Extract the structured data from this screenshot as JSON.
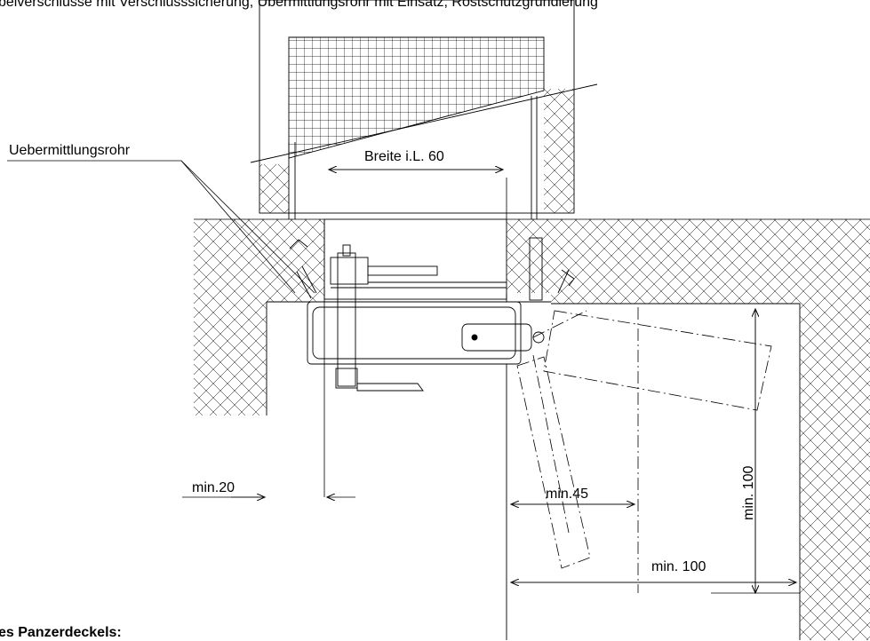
{
  "header_text": "belverschlüsse mit Verschlusssicherung, Übermittlungsrohr mit Einsatz, Rostschutzgrundierung",
  "footer_text": "es Panzerdeckels:",
  "labels": {
    "uebermittlungsrohr": "Uebermittlungsrohr",
    "breite": "Breite i.L. 60",
    "min20": "min.20",
    "min45": "min.45",
    "min100_horizontal": "min. 100",
    "min100_vertical": "min. 100"
  },
  "colors": {
    "line": "#000000",
    "background": "#ffffff"
  }
}
